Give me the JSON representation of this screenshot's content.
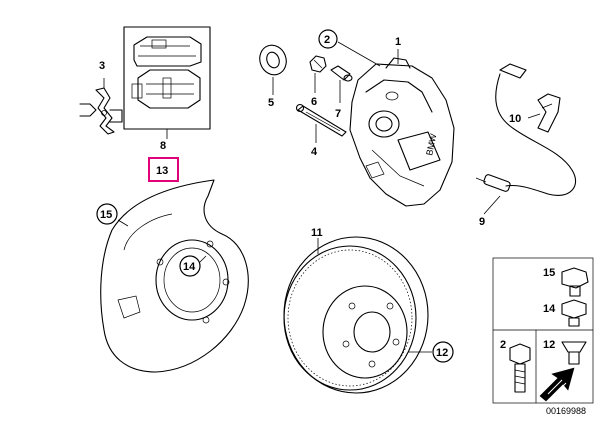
{
  "callouts": {
    "c1": "1",
    "c2": "2",
    "c3": "3",
    "c4": "4",
    "c5": "5",
    "c6": "6",
    "c7": "7",
    "c8": "8",
    "c9": "9",
    "c10": "10",
    "c11": "11",
    "c12": "12",
    "c13": "13",
    "c14": "14",
    "c15": "15"
  },
  "legend": {
    "l15": "15",
    "l14": "14",
    "l2": "2",
    "l12": "12"
  },
  "diagram_id": "00169988",
  "colors": {
    "highlight": "#e0007a",
    "line": "#000000"
  }
}
